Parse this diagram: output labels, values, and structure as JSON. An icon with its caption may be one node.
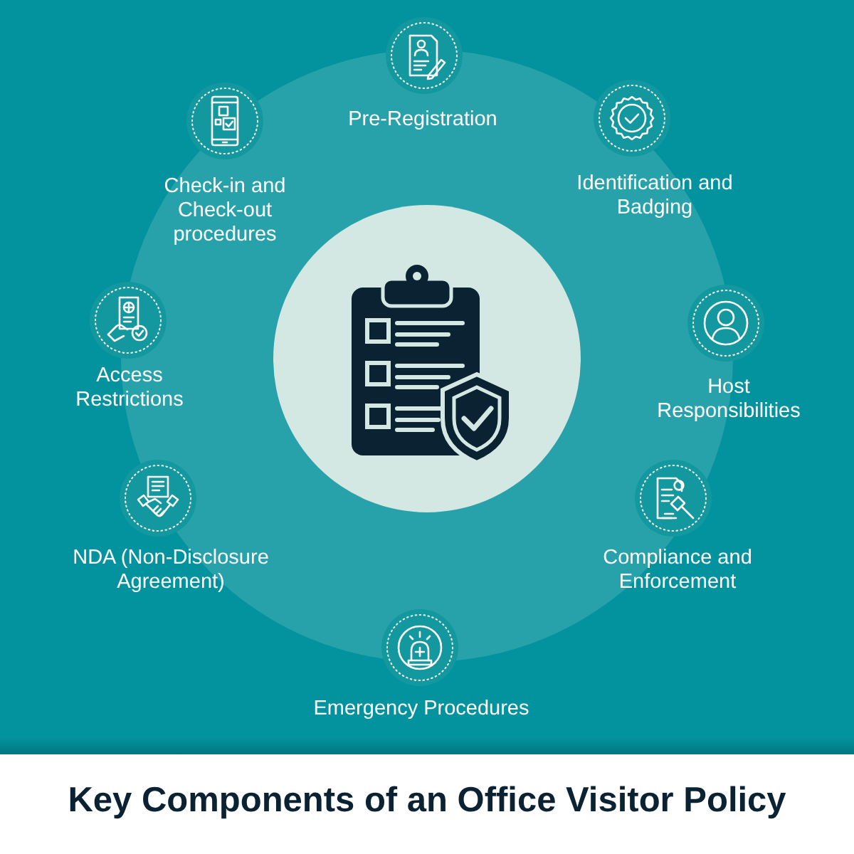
{
  "diagram": {
    "title": "Key Components of an Office Visitor Policy",
    "nodes": [
      {
        "text": [],
        "shape": "circle"
      },
      {
        "text": [
          "Pre-Registration"
        ]
      },
      {
        "text": [
          "Identification and Badging"
        ]
      },
      {
        "text": [
          "Host Responsibilities"
        ]
      },
      {
        "text": [
          "Compliance and Enforcement"
        ]
      },
      {
        "text": [
          "Emergency Procedures"
        ]
      },
      {
        "text": [
          "NDA (Non-Disclosure Agreement)"
        ]
      },
      {
        "text": [
          "Access Restrictions"
        ]
      },
      {
        "text": [
          "Check-in and Check-out procedures"
        ]
      }
    ]
  }
}
